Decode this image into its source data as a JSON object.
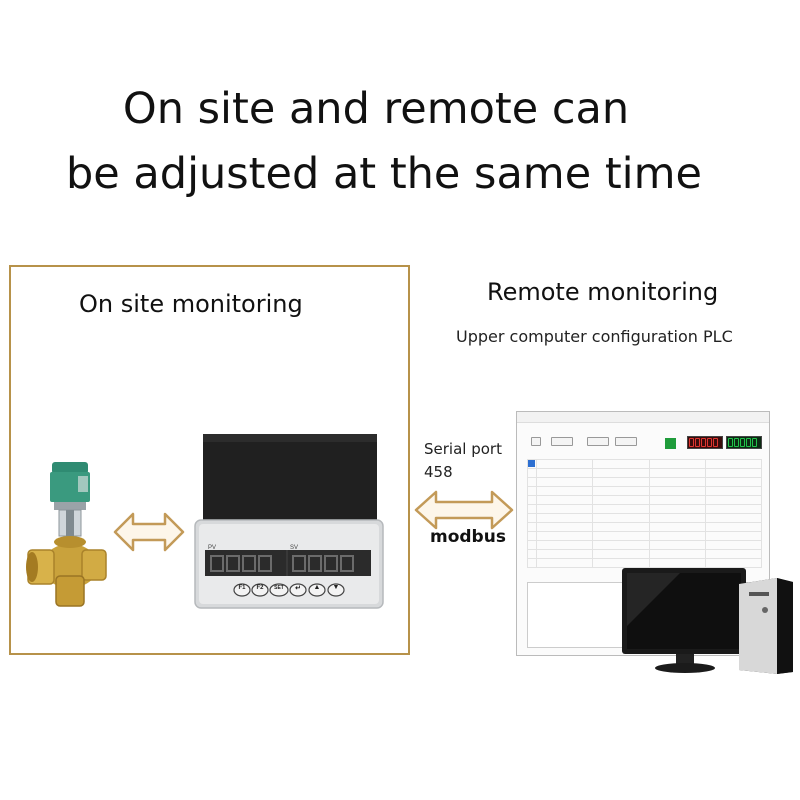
{
  "headline": {
    "line1": "On site and remote can",
    "line2": "be adjusted at the same time"
  },
  "onsite": {
    "title": "On site monitoring",
    "controller": {
      "pv_label": "PV",
      "sv_label": "SV",
      "buttons": [
        "F1",
        "F2",
        "SET",
        "↵",
        "▲",
        "▼"
      ]
    }
  },
  "remote": {
    "title": "Remote monitoring",
    "subtitle": "Upper computer configuration PLC"
  },
  "link": {
    "serial_label": "Serial port",
    "serial_number": "458",
    "protocol": "modbus"
  },
  "colors": {
    "box_border": "#b7924a",
    "arrow_fill": "#fdf6ea",
    "arrow_stroke": "#c39a58",
    "lcd_red": "#e0352f",
    "lcd_green": "#21c24a",
    "status_green": "#1f9c3b",
    "valve_brass": "#c9a23c",
    "actuator_teal": "#2f8b72"
  },
  "icons": [
    "double-arrow-icon",
    "valve-icon",
    "controller-icon",
    "monitor-icon",
    "pc-tower-icon"
  ]
}
